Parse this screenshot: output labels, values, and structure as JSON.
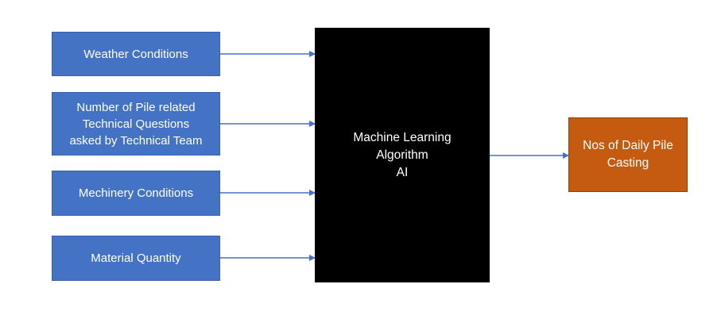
{
  "inputs": [
    {
      "label": "Weather Conditions"
    },
    {
      "label": "Number of Pile related\nTechnical Questions\nasked by Technical Team"
    },
    {
      "label": "Mechinery Conditions"
    },
    {
      "label": "Material Quantity"
    }
  ],
  "processor": {
    "label": "Machine Learning\nAlgorithm\nAI"
  },
  "output": {
    "label": "Nos of Daily Pile\nCasting"
  },
  "colors": {
    "input_fill": "#4472c4",
    "processor_fill": "#000000",
    "output_fill": "#c55a11",
    "arrow": "#4472c4"
  }
}
